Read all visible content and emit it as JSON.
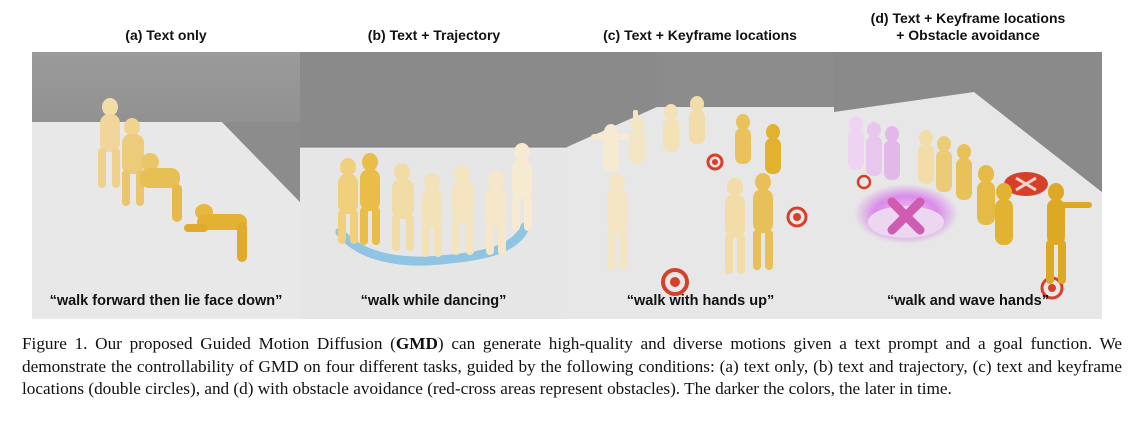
{
  "panels": [
    {
      "title": "(a) Text only",
      "prompt": "“walk forward then lie face down”"
    },
    {
      "title": "(b) Text + Trajectory",
      "prompt": "“walk while dancing”"
    },
    {
      "title": "(c) Text + Keyframe locations",
      "prompt": "“walk with hands up”"
    },
    {
      "title_line1": "(d) Text + Keyframe locations",
      "title_line2": "+ Obstacle avoidance",
      "prompt": "“walk and wave hands”"
    }
  ],
  "caption": {
    "part1": "Figure 1. Our proposed Guided Motion Diffusion (",
    "bold": "GMD",
    "part2": ") can generate high-quality and diverse motions given a text prompt and a goal function. We demonstrate the controllability of GMD on four different tasks, guided by the following conditions: (a) text only, (b) text and trajectory, (c) text and keyframe locations (double circles), and (d) with obstacle avoidance (red-cross areas represent obstacles). The darker the colors, the later in time."
  },
  "colors": {
    "wall": "#8a8a8a",
    "floor": "#e9e9e9",
    "figure_light": "#f4dfb2",
    "figure_dark": "#e2b42a",
    "trajectory": "#8fc4e3",
    "keyframe_red": "#d6402a",
    "obstacle": "#c85ad8"
  }
}
